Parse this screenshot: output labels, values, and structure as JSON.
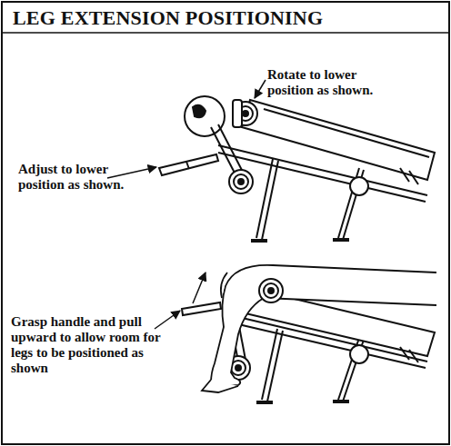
{
  "diagram": {
    "title": "LEG EXTENSION POSITIONING",
    "labels": [
      "Rotate to lower position as shown.",
      "Adjust to lower position as shown.",
      "Grasp handle and pull upward to allow room for legs to be positioned as shown"
    ]
  }
}
